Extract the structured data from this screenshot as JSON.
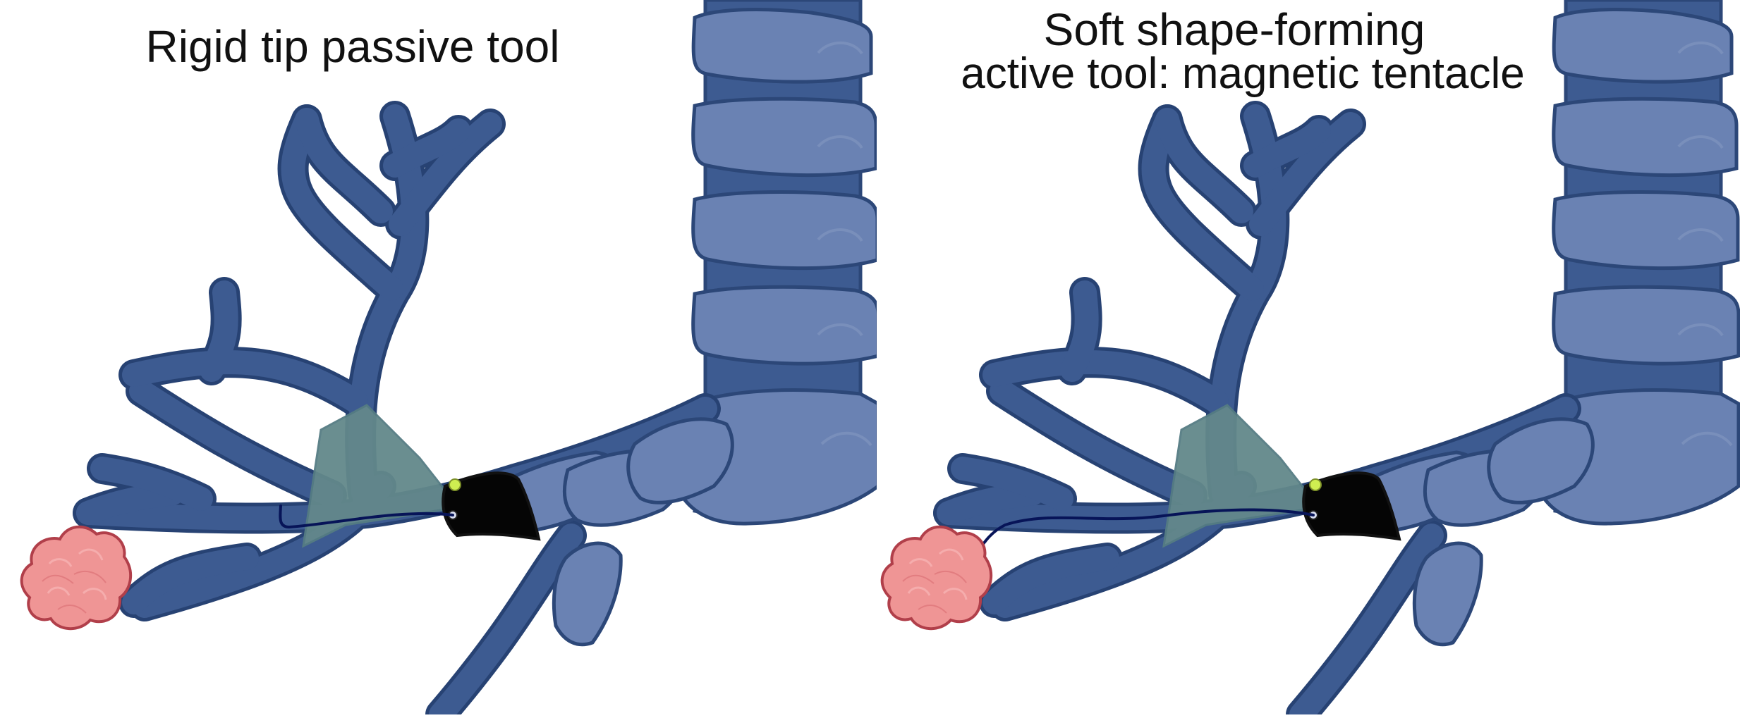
{
  "panels": [
    {
      "title": "Rigid tip passive tool",
      "tool": "passive"
    },
    {
      "title_lines": [
        "Soft shape-forming",
        "active tool: magnetic tentacle"
      ],
      "tool": "active"
    }
  ],
  "colors": {
    "airway": "#3d5b91",
    "airway_ring": "#6a82b3",
    "highlight": "#63888b",
    "tumor": "#ef9595",
    "tumor_outline": "#b13f4a",
    "scope": "#050505",
    "tentacle": "#071458",
    "camera": "#cfee51"
  }
}
